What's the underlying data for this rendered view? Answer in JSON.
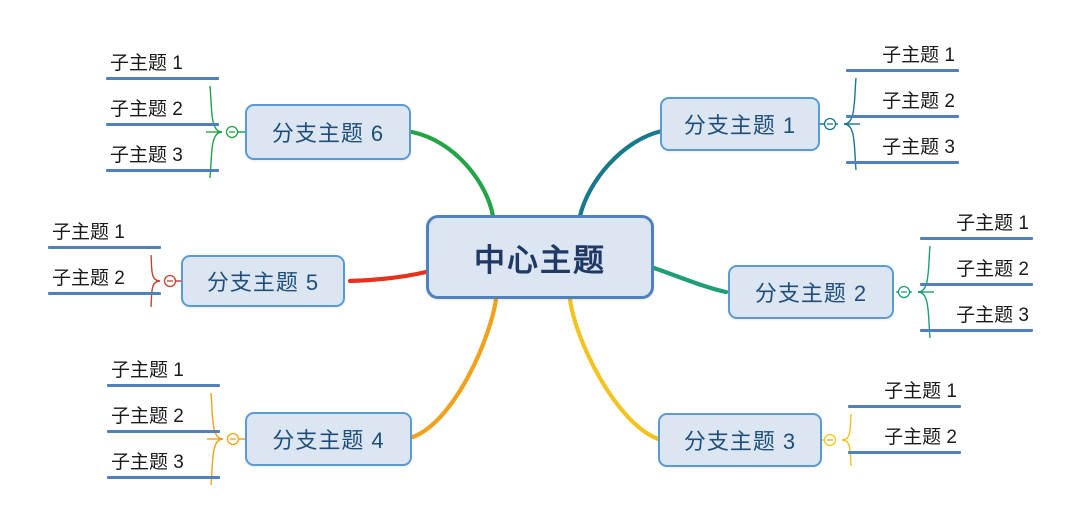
{
  "diagram": {
    "type": "mind-map",
    "title": "中心主题",
    "background": "#ffffff"
  },
  "center": {
    "label": "中心主题",
    "fill": "#dce6f2",
    "border": "#4f81bd",
    "text_color": "#1f3864"
  },
  "style": {
    "node_fill": "#dce6f2",
    "node_border": "#5b9bd5",
    "node_text": "#1f4e79",
    "subtopic_rule": "#4f81bd",
    "subtopic_text": "#1a1a1a"
  },
  "branches": [
    {
      "id": "branch-1",
      "label": "分支主题 1",
      "color": "#18788c",
      "position": "top-right",
      "subtopics": [
        {
          "label": "子主题 1"
        },
        {
          "label": "子主题 2"
        },
        {
          "label": "子主题 3"
        }
      ],
      "toggle": {
        "name": "collapse-toggle",
        "state": "expanded",
        "glyph": "−"
      }
    },
    {
      "id": "branch-2",
      "label": "分支主题 2",
      "color": "#1e9e78",
      "position": "right",
      "subtopics": [
        {
          "label": "子主题 1"
        },
        {
          "label": "子主题 2"
        },
        {
          "label": "子主题 3"
        }
      ],
      "toggle": {
        "name": "collapse-toggle",
        "state": "expanded",
        "glyph": "−"
      }
    },
    {
      "id": "branch-3",
      "label": "分支主题 3",
      "color": "#f2c423",
      "position": "bottom-right",
      "subtopics": [
        {
          "label": "子主题 1"
        },
        {
          "label": "子主题 2"
        }
      ],
      "toggle": {
        "name": "collapse-toggle",
        "state": "expanded",
        "glyph": "−"
      }
    },
    {
      "id": "branch-4",
      "label": "分支主题 4",
      "color": "#f0a11e",
      "position": "bottom-left",
      "subtopics": [
        {
          "label": "子主题 1"
        },
        {
          "label": "子主题 2"
        },
        {
          "label": "子主题 3"
        }
      ],
      "toggle": {
        "name": "collapse-toggle",
        "state": "expanded",
        "glyph": "−"
      }
    },
    {
      "id": "branch-5",
      "label": "分支主题 5",
      "color": "#e8311a",
      "position": "left",
      "subtopics": [
        {
          "label": "子主题 1"
        },
        {
          "label": "子主题 2"
        }
      ],
      "toggle": {
        "name": "collapse-toggle",
        "state": "expanded",
        "glyph": "−"
      }
    },
    {
      "id": "branch-6",
      "label": "分支主题 6",
      "color": "#22a447",
      "position": "top-left",
      "subtopics": [
        {
          "label": "子主题 1"
        },
        {
          "label": "子主题 2"
        },
        {
          "label": "子主题 3"
        }
      ],
      "toggle": {
        "name": "collapse-toggle",
        "state": "expanded",
        "glyph": "−"
      }
    }
  ]
}
